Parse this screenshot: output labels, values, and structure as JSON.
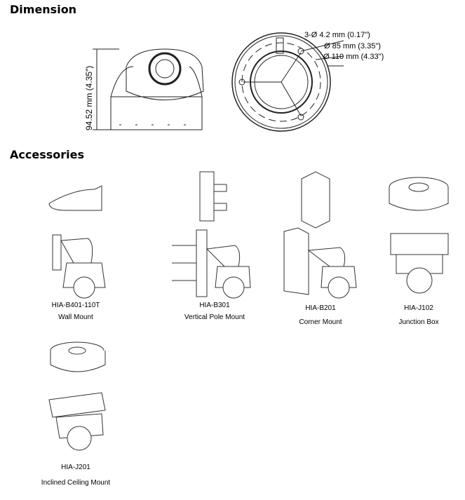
{
  "sections": {
    "dimension": "Dimension",
    "accessories": "Accessories"
  },
  "dimension": {
    "height": "94.52 mm (4.35\")",
    "hole": "3-Ø 4.2 mm (0.17\")",
    "inner": "Ø 85 mm (3.35\")",
    "outer": "Ø 110 mm (4.33\")"
  },
  "accessories": [
    {
      "model": "HIA-B401-110T",
      "name": "Wall Mount"
    },
    {
      "model": "HIA-B301",
      "name": "Vertical Pole Mount"
    },
    {
      "model": "HIA-B201",
      "name": "Corner Mount"
    },
    {
      "model": "HIA-J102",
      "name": "Junction Box"
    },
    {
      "model": "HIA-J201",
      "name": "Inclined Ceiling Mount"
    }
  ]
}
